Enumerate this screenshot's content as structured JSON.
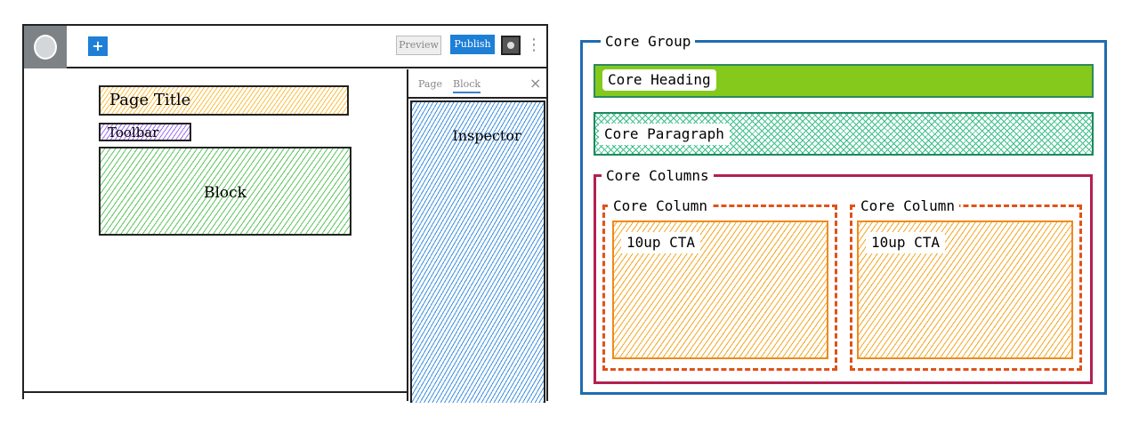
{
  "wireframe": {
    "toolbar": {
      "add_label": "+",
      "preview_label": "Preview",
      "publish_label": "Publish",
      "more_label": "⋮"
    },
    "content": {
      "page_title": "Page Title",
      "toolbar": "Toolbar",
      "block": "Block"
    },
    "sidebar": {
      "tabs": [
        "Page",
        "Block"
      ],
      "active_tab": "Block",
      "close_label": "×",
      "inspector": "Inspector"
    }
  },
  "structure": {
    "group": "Core Group",
    "heading": "Core Heading",
    "paragraph": "Core Paragraph",
    "columns": "Core Columns",
    "column_items": [
      {
        "label": "Core Column",
        "cta": "10up CTA"
      },
      {
        "label": "Core Column",
        "cta": "10up CTA"
      }
    ]
  },
  "colors": {
    "group": "#1f6cb0",
    "heading": "#84c91c",
    "paragraph": "#2bb57c",
    "columns": "#b3204f",
    "column": "#e0521a",
    "cta": "#f5a623",
    "publish": "#1e7fd6"
  }
}
